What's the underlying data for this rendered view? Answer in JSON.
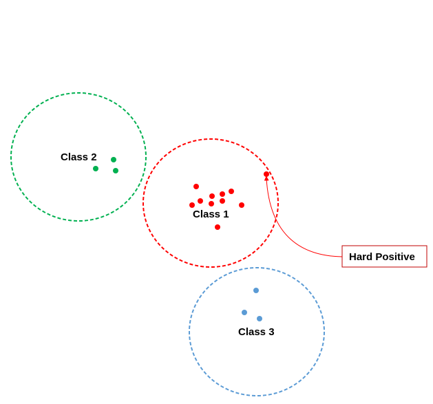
{
  "clusters": [
    {
      "id": "class2",
      "label": "Class 2",
      "color": "#00B050"
    },
    {
      "id": "class1",
      "label": "Class 1",
      "color": "#FF0000"
    },
    {
      "id": "class3",
      "label": "Class 3",
      "color": "#5B9BD5"
    }
  ],
  "callout": {
    "label": "Hard Positive",
    "color": "#FF0000"
  }
}
